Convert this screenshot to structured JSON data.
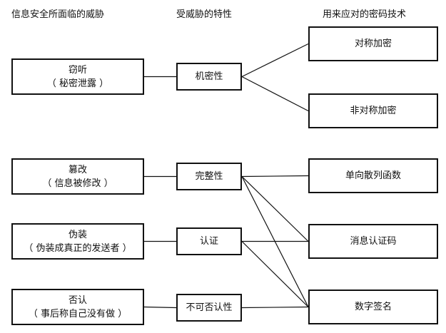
{
  "headers": {
    "threats": "信息安全所面临的威胁",
    "properties": "受威胁的特性",
    "techniques": "用来应对的密码技术"
  },
  "threats": [
    {
      "id": "eavesdrop",
      "label": "窃听",
      "sub": "（ 秘密泄露 ）"
    },
    {
      "id": "tamper",
      "label": "篡改",
      "sub": "（ 信息被修改 ）"
    },
    {
      "id": "spoof",
      "label": "伪装",
      "sub": "（ 伪装成真正的发送者 ）"
    },
    {
      "id": "repudiation",
      "label": "否认",
      "sub": "（ 事后称自己没有做 ）"
    }
  ],
  "properties": [
    {
      "id": "confidentiality",
      "label": "机密性"
    },
    {
      "id": "integrity",
      "label": "完整性"
    },
    {
      "id": "authentication",
      "label": "认证"
    },
    {
      "id": "nonrepudiation",
      "label": "不可否认性"
    }
  ],
  "techniques": [
    {
      "id": "symmetric",
      "label": "对称加密"
    },
    {
      "id": "asymmetric",
      "label": "非对称加密"
    },
    {
      "id": "hash",
      "label": "单向散列函数"
    },
    {
      "id": "mac",
      "label": "消息认证码"
    },
    {
      "id": "signature",
      "label": "数字签名"
    }
  ],
  "connections": [
    {
      "from": "eavesdrop",
      "to": "confidentiality"
    },
    {
      "from": "tamper",
      "to": "integrity"
    },
    {
      "from": "spoof",
      "to": "authentication"
    },
    {
      "from": "repudiation",
      "to": "nonrepudiation"
    },
    {
      "from": "confidentiality",
      "to": "symmetric"
    },
    {
      "from": "confidentiality",
      "to": "asymmetric"
    },
    {
      "from": "integrity",
      "to": "hash"
    },
    {
      "from": "integrity",
      "to": "mac"
    },
    {
      "from": "integrity",
      "to": "signature"
    },
    {
      "from": "authentication",
      "to": "mac"
    },
    {
      "from": "authentication",
      "to": "signature"
    },
    {
      "from": "nonrepudiation",
      "to": "signature"
    }
  ]
}
